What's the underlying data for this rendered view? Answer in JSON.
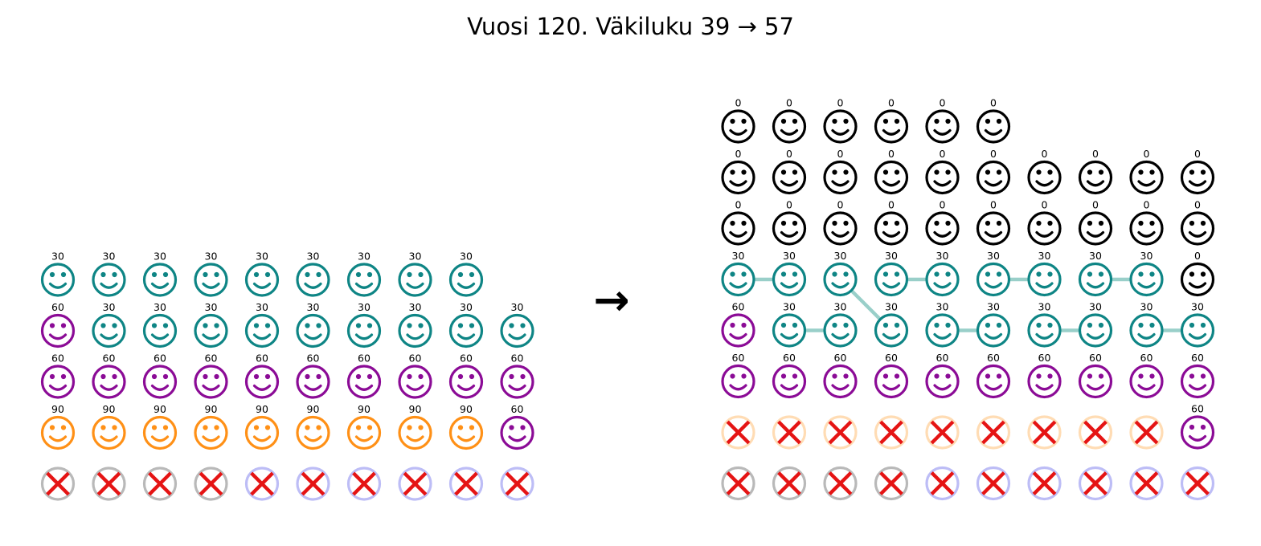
{
  "title": "Vuosi 120. Väkiluku 39 → 57",
  "arrow_symbol": "→",
  "colors": {
    "teal": "#0e8585",
    "purple": "#8b0b96",
    "orange": "#ff9016",
    "black": "#000000",
    "gray": "#b9b9b9",
    "lavender": "#bdbdf6",
    "peach": "#ffdcb4",
    "cross": "#e51414",
    "link": "#99cfc9",
    "label": "#000000",
    "face_fill": "#ffffff"
  },
  "chart_data": {
    "type": "pictogram",
    "age_color_map": {
      "0": "black",
      "30": "teal",
      "60": "purple",
      "90": "orange"
    },
    "left_panel": {
      "population": 39,
      "rows": [
        [
          {
            "age": "30",
            "color": "teal"
          },
          {
            "age": "30",
            "color": "teal"
          },
          {
            "age": "30",
            "color": "teal"
          },
          {
            "age": "30",
            "color": "teal"
          },
          {
            "age": "30",
            "color": "teal"
          },
          {
            "age": "30",
            "color": "teal"
          },
          {
            "age": "30",
            "color": "teal"
          },
          {
            "age": "30",
            "color": "teal"
          },
          {
            "age": "30",
            "color": "teal"
          },
          null
        ],
        [
          {
            "age": "60",
            "color": "purple"
          },
          {
            "age": "30",
            "color": "teal"
          },
          {
            "age": "30",
            "color": "teal"
          },
          {
            "age": "30",
            "color": "teal"
          },
          {
            "age": "30",
            "color": "teal"
          },
          {
            "age": "30",
            "color": "teal"
          },
          {
            "age": "30",
            "color": "teal"
          },
          {
            "age": "30",
            "color": "teal"
          },
          {
            "age": "30",
            "color": "teal"
          },
          {
            "age": "30",
            "color": "teal"
          }
        ],
        [
          {
            "age": "60",
            "color": "purple"
          },
          {
            "age": "60",
            "color": "purple"
          },
          {
            "age": "60",
            "color": "purple"
          },
          {
            "age": "60",
            "color": "purple"
          },
          {
            "age": "60",
            "color": "purple"
          },
          {
            "age": "60",
            "color": "purple"
          },
          {
            "age": "60",
            "color": "purple"
          },
          {
            "age": "60",
            "color": "purple"
          },
          {
            "age": "60",
            "color": "purple"
          },
          {
            "age": "60",
            "color": "purple"
          }
        ],
        [
          {
            "age": "90",
            "color": "orange"
          },
          {
            "age": "90",
            "color": "orange"
          },
          {
            "age": "90",
            "color": "orange"
          },
          {
            "age": "90",
            "color": "orange"
          },
          {
            "age": "90",
            "color": "orange"
          },
          {
            "age": "90",
            "color": "orange"
          },
          {
            "age": "90",
            "color": "orange"
          },
          {
            "age": "90",
            "color": "orange"
          },
          {
            "age": "90",
            "color": "orange"
          },
          {
            "age": "60",
            "color": "purple"
          }
        ],
        [
          {
            "dead": true,
            "color": "gray"
          },
          {
            "dead": true,
            "color": "gray"
          },
          {
            "dead": true,
            "color": "gray"
          },
          {
            "dead": true,
            "color": "gray"
          },
          {
            "dead": true,
            "color": "lavender"
          },
          {
            "dead": true,
            "color": "lavender"
          },
          {
            "dead": true,
            "color": "lavender"
          },
          {
            "dead": true,
            "color": "lavender"
          },
          {
            "dead": true,
            "color": "lavender"
          },
          {
            "dead": true,
            "color": "lavender"
          }
        ]
      ],
      "links": []
    },
    "right_panel": {
      "population": 57,
      "rows": [
        [
          {
            "age": "0",
            "color": "black"
          },
          {
            "age": "0",
            "color": "black"
          },
          {
            "age": "0",
            "color": "black"
          },
          {
            "age": "0",
            "color": "black"
          },
          {
            "age": "0",
            "color": "black"
          },
          {
            "age": "0",
            "color": "black"
          },
          null,
          null,
          null,
          null
        ],
        [
          {
            "age": "0",
            "color": "black"
          },
          {
            "age": "0",
            "color": "black"
          },
          {
            "age": "0",
            "color": "black"
          },
          {
            "age": "0",
            "color": "black"
          },
          {
            "age": "0",
            "color": "black"
          },
          {
            "age": "0",
            "color": "black"
          },
          {
            "age": "0",
            "color": "black"
          },
          {
            "age": "0",
            "color": "black"
          },
          {
            "age": "0",
            "color": "black"
          },
          {
            "age": "0",
            "color": "black"
          }
        ],
        [
          {
            "age": "0",
            "color": "black"
          },
          {
            "age": "0",
            "color": "black"
          },
          {
            "age": "0",
            "color": "black"
          },
          {
            "age": "0",
            "color": "black"
          },
          {
            "age": "0",
            "color": "black"
          },
          {
            "age": "0",
            "color": "black"
          },
          {
            "age": "0",
            "color": "black"
          },
          {
            "age": "0",
            "color": "black"
          },
          {
            "age": "0",
            "color": "black"
          },
          {
            "age": "0",
            "color": "black"
          }
        ],
        [
          {
            "age": "30",
            "color": "teal"
          },
          {
            "age": "30",
            "color": "teal"
          },
          {
            "age": "30",
            "color": "teal"
          },
          {
            "age": "30",
            "color": "teal"
          },
          {
            "age": "30",
            "color": "teal"
          },
          {
            "age": "30",
            "color": "teal"
          },
          {
            "age": "30",
            "color": "teal"
          },
          {
            "age": "30",
            "color": "teal"
          },
          {
            "age": "30",
            "color": "teal"
          },
          {
            "age": "0",
            "color": "black"
          }
        ],
        [
          {
            "age": "60",
            "color": "purple"
          },
          {
            "age": "30",
            "color": "teal"
          },
          {
            "age": "30",
            "color": "teal"
          },
          {
            "age": "30",
            "color": "teal"
          },
          {
            "age": "30",
            "color": "teal"
          },
          {
            "age": "30",
            "color": "teal"
          },
          {
            "age": "30",
            "color": "teal"
          },
          {
            "age": "30",
            "color": "teal"
          },
          {
            "age": "30",
            "color": "teal"
          },
          {
            "age": "30",
            "color": "teal"
          }
        ],
        [
          {
            "age": "60",
            "color": "purple"
          },
          {
            "age": "60",
            "color": "purple"
          },
          {
            "age": "60",
            "color": "purple"
          },
          {
            "age": "60",
            "color": "purple"
          },
          {
            "age": "60",
            "color": "purple"
          },
          {
            "age": "60",
            "color": "purple"
          },
          {
            "age": "60",
            "color": "purple"
          },
          {
            "age": "60",
            "color": "purple"
          },
          {
            "age": "60",
            "color": "purple"
          },
          {
            "age": "60",
            "color": "purple"
          }
        ],
        [
          {
            "dead": true,
            "color": "peach"
          },
          {
            "dead": true,
            "color": "peach"
          },
          {
            "dead": true,
            "color": "peach"
          },
          {
            "dead": true,
            "color": "peach"
          },
          {
            "dead": true,
            "color": "peach"
          },
          {
            "dead": true,
            "color": "peach"
          },
          {
            "dead": true,
            "color": "peach"
          },
          {
            "dead": true,
            "color": "peach"
          },
          {
            "dead": true,
            "color": "peach"
          },
          {
            "age": "60",
            "color": "purple"
          }
        ],
        [
          {
            "dead": true,
            "color": "gray"
          },
          {
            "dead": true,
            "color": "gray"
          },
          {
            "dead": true,
            "color": "gray"
          },
          {
            "dead": true,
            "color": "gray"
          },
          {
            "dead": true,
            "color": "lavender"
          },
          {
            "dead": true,
            "color": "lavender"
          },
          {
            "dead": true,
            "color": "lavender"
          },
          {
            "dead": true,
            "color": "lavender"
          },
          {
            "dead": true,
            "color": "lavender"
          },
          {
            "dead": true,
            "color": "lavender"
          }
        ]
      ],
      "links": [
        {
          "from": [
            4,
            1
          ],
          "to": [
            4,
            2
          ]
        },
        {
          "from": [
            4,
            4
          ],
          "to": [
            4,
            5
          ]
        },
        {
          "from": [
            4,
            6
          ],
          "to": [
            4,
            7
          ]
        },
        {
          "from": [
            4,
            8
          ],
          "to": [
            4,
            9
          ]
        },
        {
          "from": [
            4,
            3
          ],
          "to": [
            5,
            4
          ]
        },
        {
          "from": [
            5,
            2
          ],
          "to": [
            5,
            3
          ]
        },
        {
          "from": [
            5,
            5
          ],
          "to": [
            5,
            6
          ]
        },
        {
          "from": [
            5,
            7
          ],
          "to": [
            5,
            8
          ]
        },
        {
          "from": [
            5,
            9
          ],
          "to": [
            5,
            10
          ]
        }
      ]
    }
  }
}
